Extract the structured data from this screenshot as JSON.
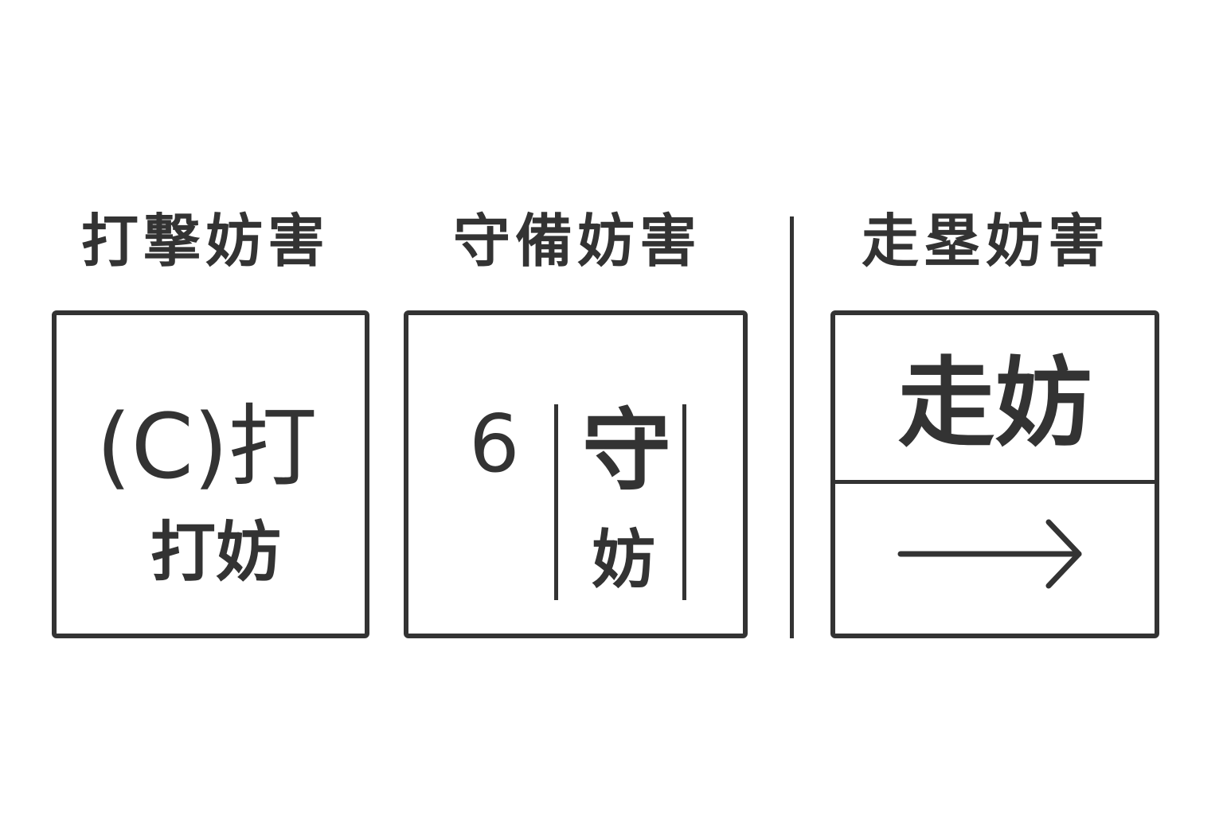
{
  "headings": {
    "batting": "打撃妨害",
    "fielding": "守備妨害",
    "running": "走塁妨害"
  },
  "batting_box": {
    "main": "(C)打",
    "sub": "打妨"
  },
  "fielding_box": {
    "number": "6",
    "main": "守",
    "sub": "妨"
  },
  "running_box": {
    "main": "走妨",
    "arrow_icon": "right-arrow-icon"
  },
  "colors": {
    "ink": "#333333",
    "background": "#ffffff"
  }
}
